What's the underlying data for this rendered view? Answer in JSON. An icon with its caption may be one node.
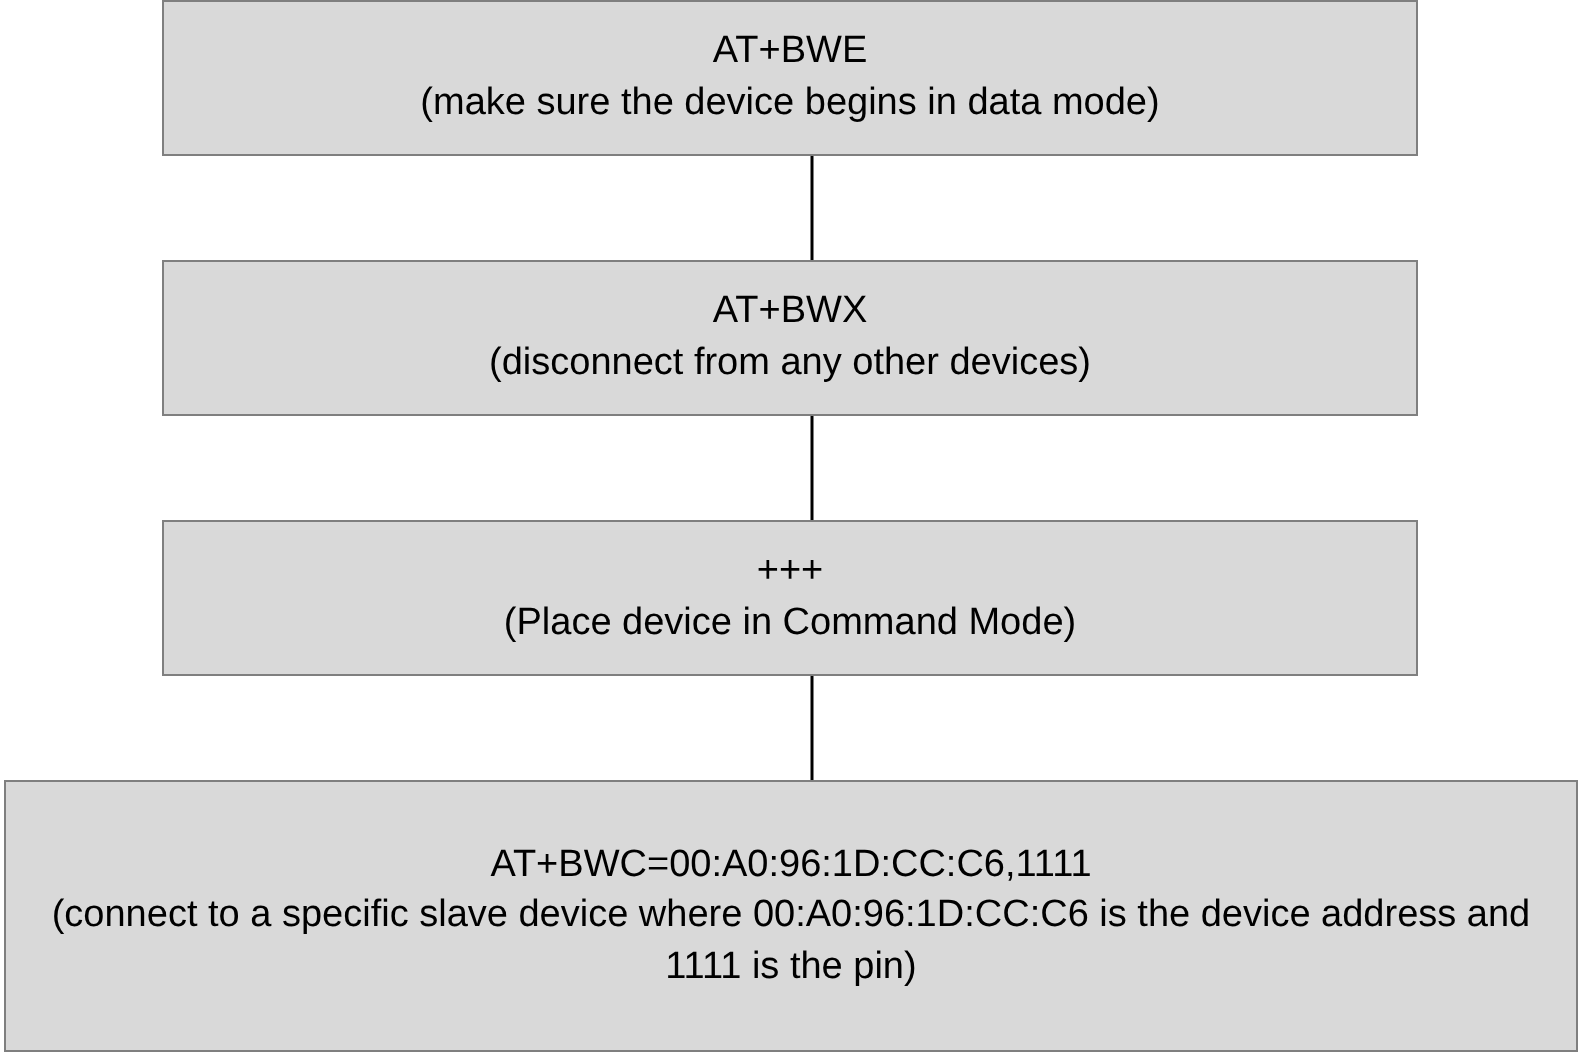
{
  "diagram": {
    "nodes": [
      {
        "text": [
          "AT+BWE",
          "(make sure the device begins in data mode)"
        ]
      },
      {
        "text": [
          "AT+BWX",
          "(disconnect from any other devices)"
        ]
      },
      {
        "text": [
          "+++",
          "(Place device in Command Mode)"
        ]
      },
      {
        "text": [
          "AT+BWC=00:A0:96:1D:CC:C6,1111",
          "(connect to a specific slave device where 00:A0:96:1D:CC:C6 is the device address and 1111 is the pin)"
        ]
      }
    ],
    "edges": [
      {
        "from": 0,
        "to": 1,
        "arrow": "none"
      },
      {
        "from": 1,
        "to": 2,
        "arrow": "none"
      },
      {
        "from": 2,
        "to": 3,
        "arrow": "none"
      }
    ]
  }
}
